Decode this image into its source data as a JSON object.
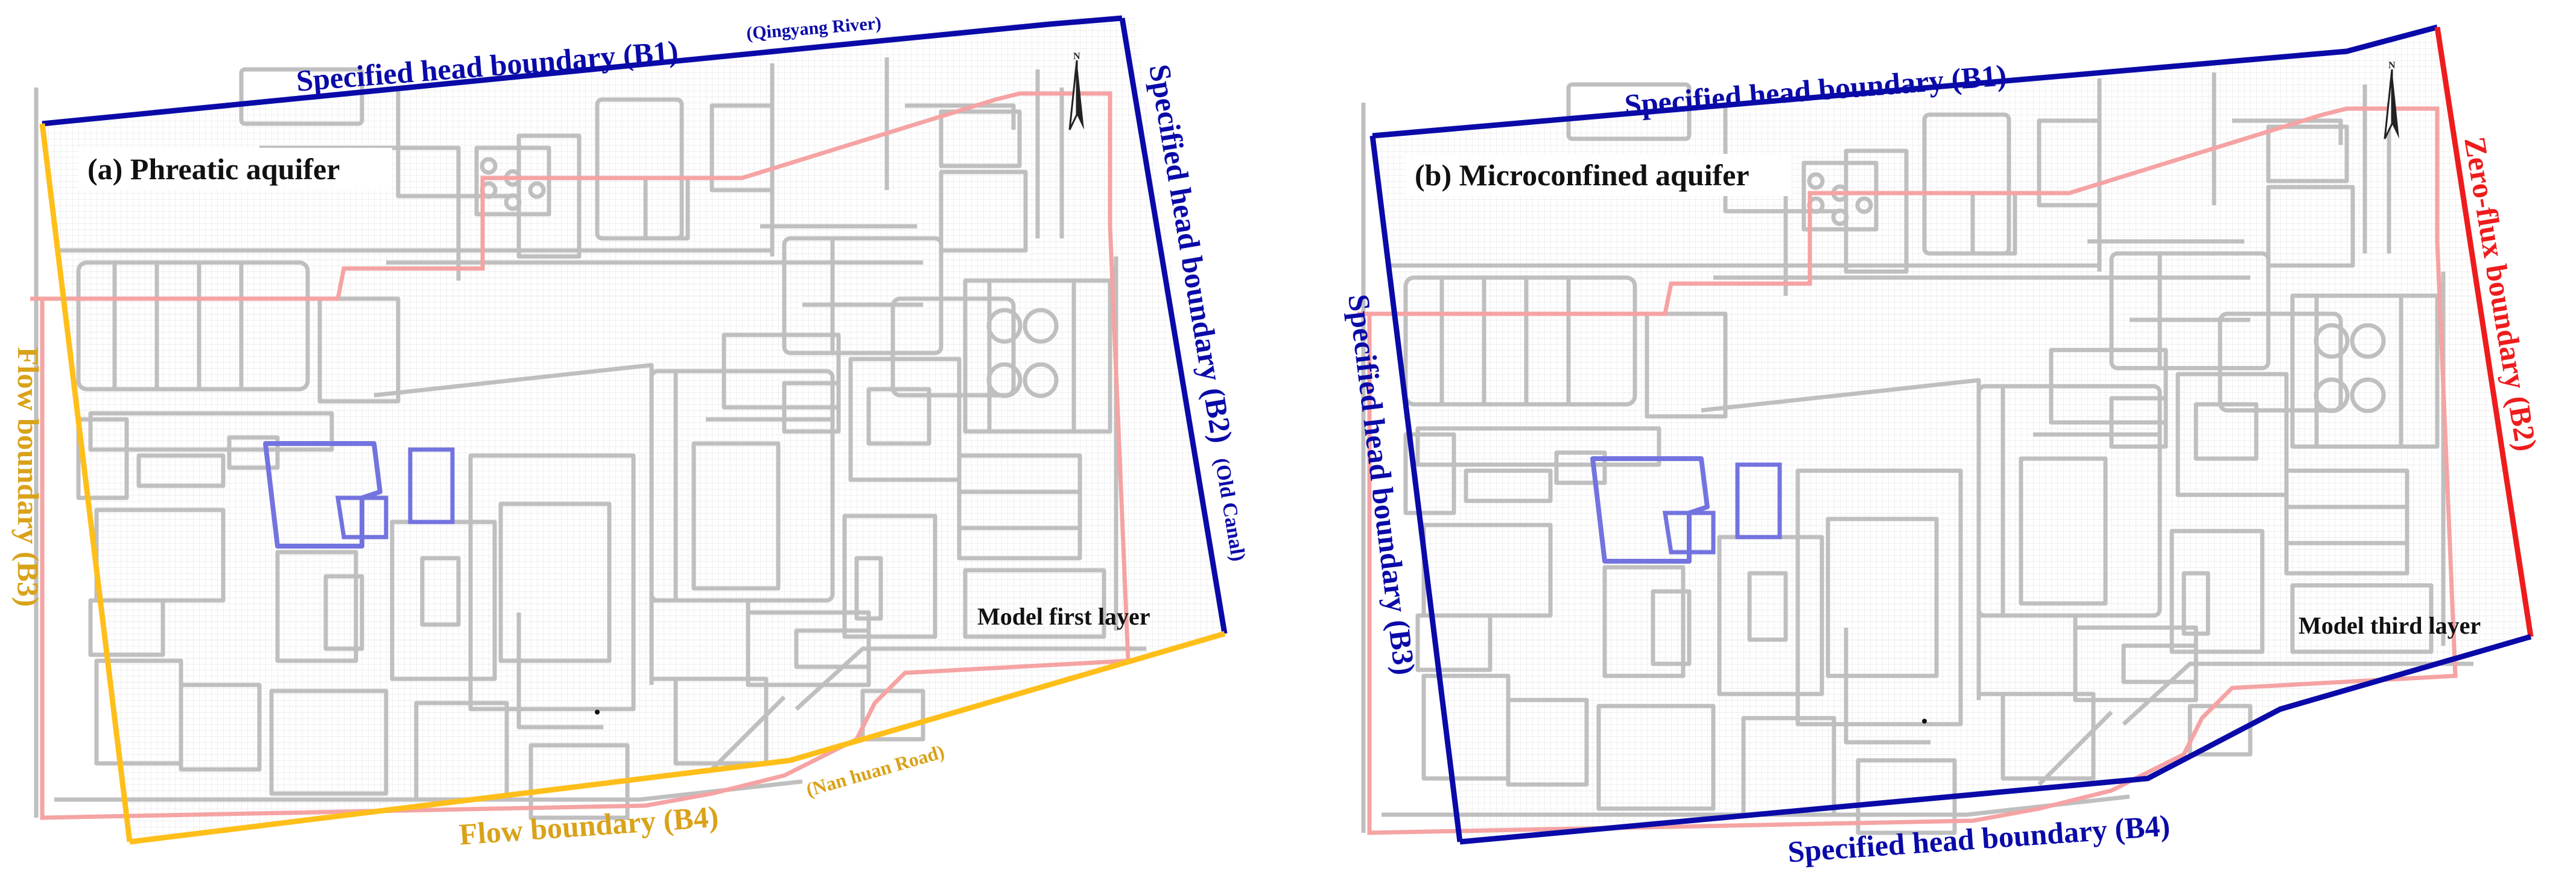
{
  "colors": {
    "specified_head": "#0a0aa8",
    "flow": "#ffbf1a",
    "flow_text": "#d9a21a",
    "zero_flux": "#ee1c1c",
    "grid": "#e9e9e9",
    "roads": "#bfbfbf",
    "red_line": "#f5a3a3",
    "site_blue": "#6b6bdc",
    "text_dark": "#111111"
  },
  "panel_a": {
    "title": "(a)  Phreatic aquifer",
    "layer_label": "Model first layer",
    "b1_label": "Specified head boundary  (B1)",
    "b1_note": "(Qingyang River)",
    "b2_label": "Specified head boundary  (B2)",
    "b2_note": "(Old Canal)",
    "b3_label": "Flow   boundary  (B3)",
    "b4_label": "Flow  boundary  (B4)",
    "b4_note": "(Nan huan Road)"
  },
  "panel_b": {
    "title": "(b)  Microconfined aquifer",
    "layer_label": "Model third layer",
    "b1_label": "Specified head boundary  (B1)",
    "b2_label": "Zero-flux boundary  (B2)",
    "b3_label": "Specified head boundary  (B3)",
    "b4_label": "Specified head boundary  (B4)"
  },
  "north_arrow_icon": "north-arrow-icon"
}
